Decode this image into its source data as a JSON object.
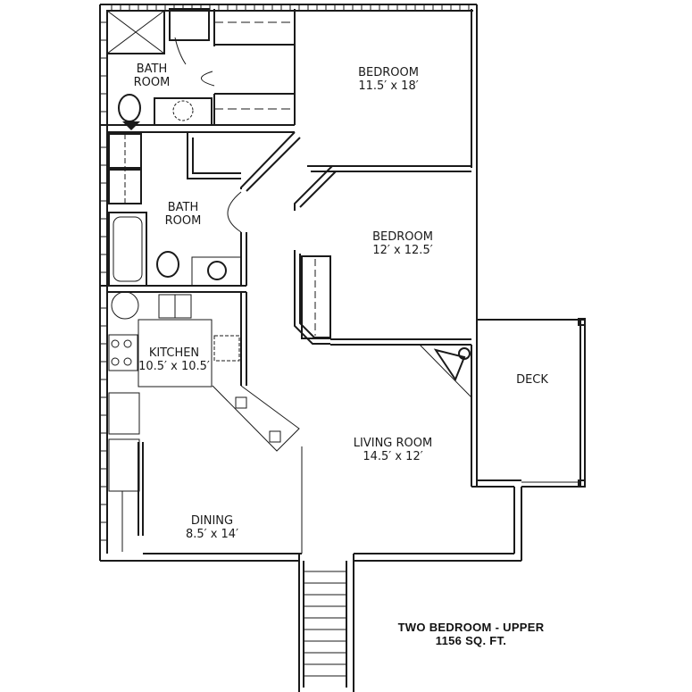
{
  "plan": {
    "title": "TWO BEDROOM - UPPER",
    "area": "1156 SQ. FT.",
    "line_color": "#1a1a1a",
    "background": "#ffffff"
  },
  "rooms": [
    {
      "id": "bath1",
      "name_line1": "BATH",
      "name_line2": "ROOM"
    },
    {
      "id": "bedroom1",
      "name": "BEDROOM",
      "dims": "11.5′ x 18′"
    },
    {
      "id": "bath2",
      "name_line1": "BATH",
      "name_line2": "ROOM"
    },
    {
      "id": "bedroom2",
      "name": "BEDROOM",
      "dims": "12′ x 12.5′"
    },
    {
      "id": "kitchen",
      "name": "KITCHEN",
      "dims": "10.5′ x 10.5′"
    },
    {
      "id": "deck",
      "name": "DECK"
    },
    {
      "id": "living",
      "name": "LIVING ROOM",
      "dims": "14.5′ x 12′"
    },
    {
      "id": "dining",
      "name": "DINING",
      "dims": "8.5′ x 14′"
    }
  ]
}
